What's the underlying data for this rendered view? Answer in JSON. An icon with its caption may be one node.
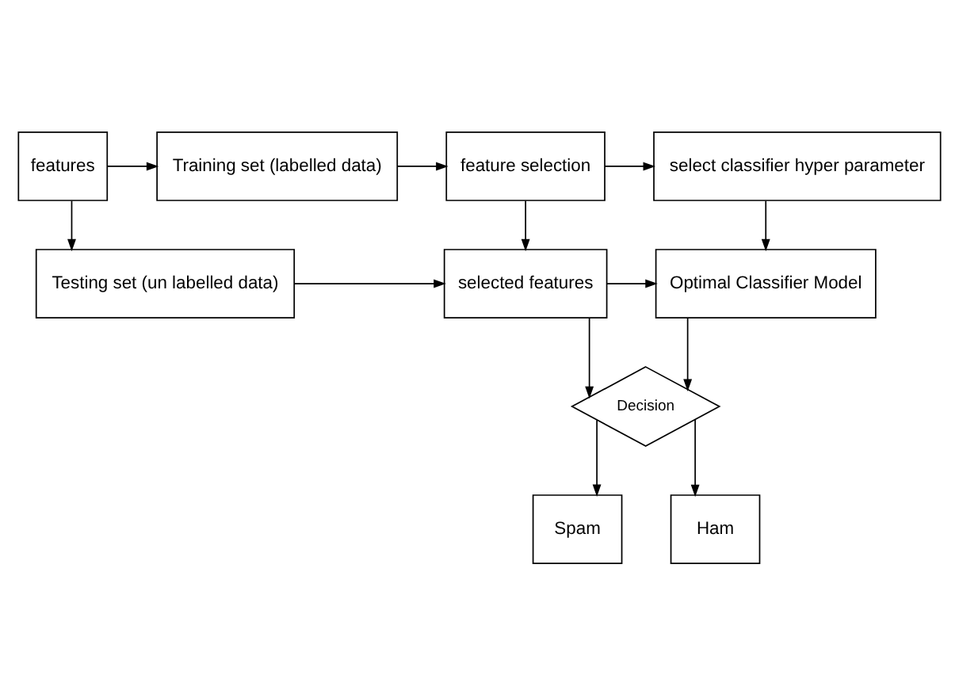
{
  "diagram": {
    "nodes": [
      {
        "text": [
          "features"
        ]
      },
      {
        "text": [
          "Training set (labelled data)"
        ]
      },
      {
        "text": [
          "Testing set (un labelled data)"
        ]
      },
      {
        "text": [
          "feature selection"
        ]
      },
      {
        "text": [
          "select classifier hyper parameter"
        ]
      },
      {
        "text": [
          "selected features"
        ]
      },
      {
        "text": [
          "Optimal Classifier Model"
        ]
      },
      {
        "text": [
          "Decision"
        ]
      },
      {
        "text": [
          "Spam"
        ]
      },
      {
        "text": [
          "Ham"
        ]
      }
    ],
    "edges": [
      {
        "from": 0,
        "to": 1,
        "arrow": "to"
      },
      {
        "from": 0,
        "to": 2,
        "arrow": "to"
      },
      {
        "from": 1,
        "to": 3,
        "arrow": "to"
      },
      {
        "from": 3,
        "to": 4,
        "arrow": "to"
      },
      {
        "from": 2,
        "to": 5,
        "arrow": "to"
      },
      {
        "from": 3,
        "to": 5,
        "arrow": "to"
      },
      {
        "from": 4,
        "to": 6,
        "arrow": "to"
      },
      {
        "from": 5,
        "to": 6,
        "arrow": "to"
      },
      {
        "from": 5,
        "to": 7,
        "arrow": "to"
      },
      {
        "from": 6,
        "to": 7,
        "arrow": "to"
      },
      {
        "from": 7,
        "to": 8,
        "arrow": "to"
      },
      {
        "from": 7,
        "to": 9,
        "arrow": "to"
      }
    ]
  }
}
